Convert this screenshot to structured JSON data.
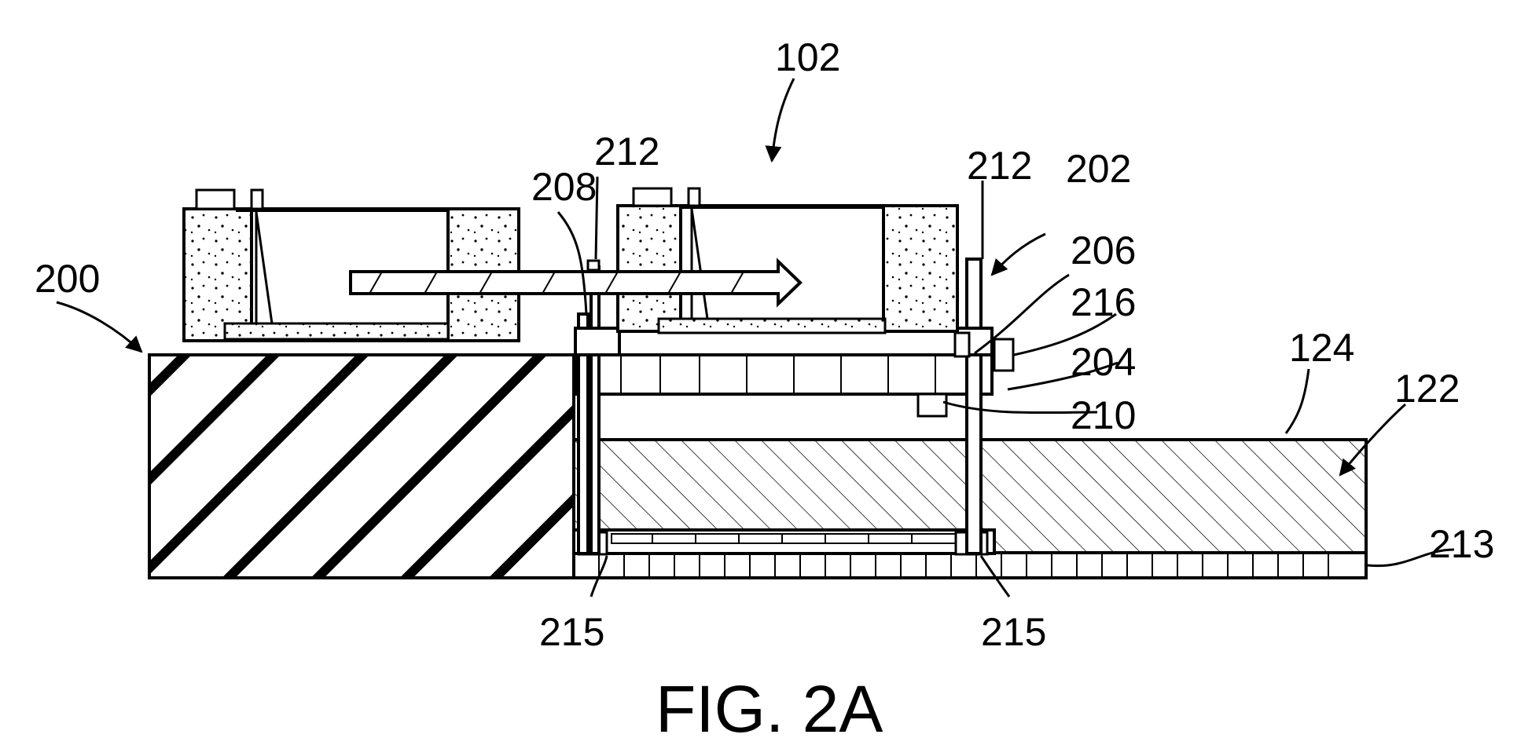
{
  "figure": {
    "caption": "FIG. 2A",
    "labels": {
      "l102": "102",
      "l200": "200",
      "l208": "208",
      "l212a": "212",
      "l212b": "212",
      "l202": "202",
      "l206": "206",
      "l216": "216",
      "l204": "204",
      "l210": "210",
      "l124": "124",
      "l122": "122",
      "l213": "213",
      "l215a": "215",
      "l215b": "215"
    }
  },
  "colors": {
    "ink": "#000000",
    "paper": "#ffffff"
  }
}
